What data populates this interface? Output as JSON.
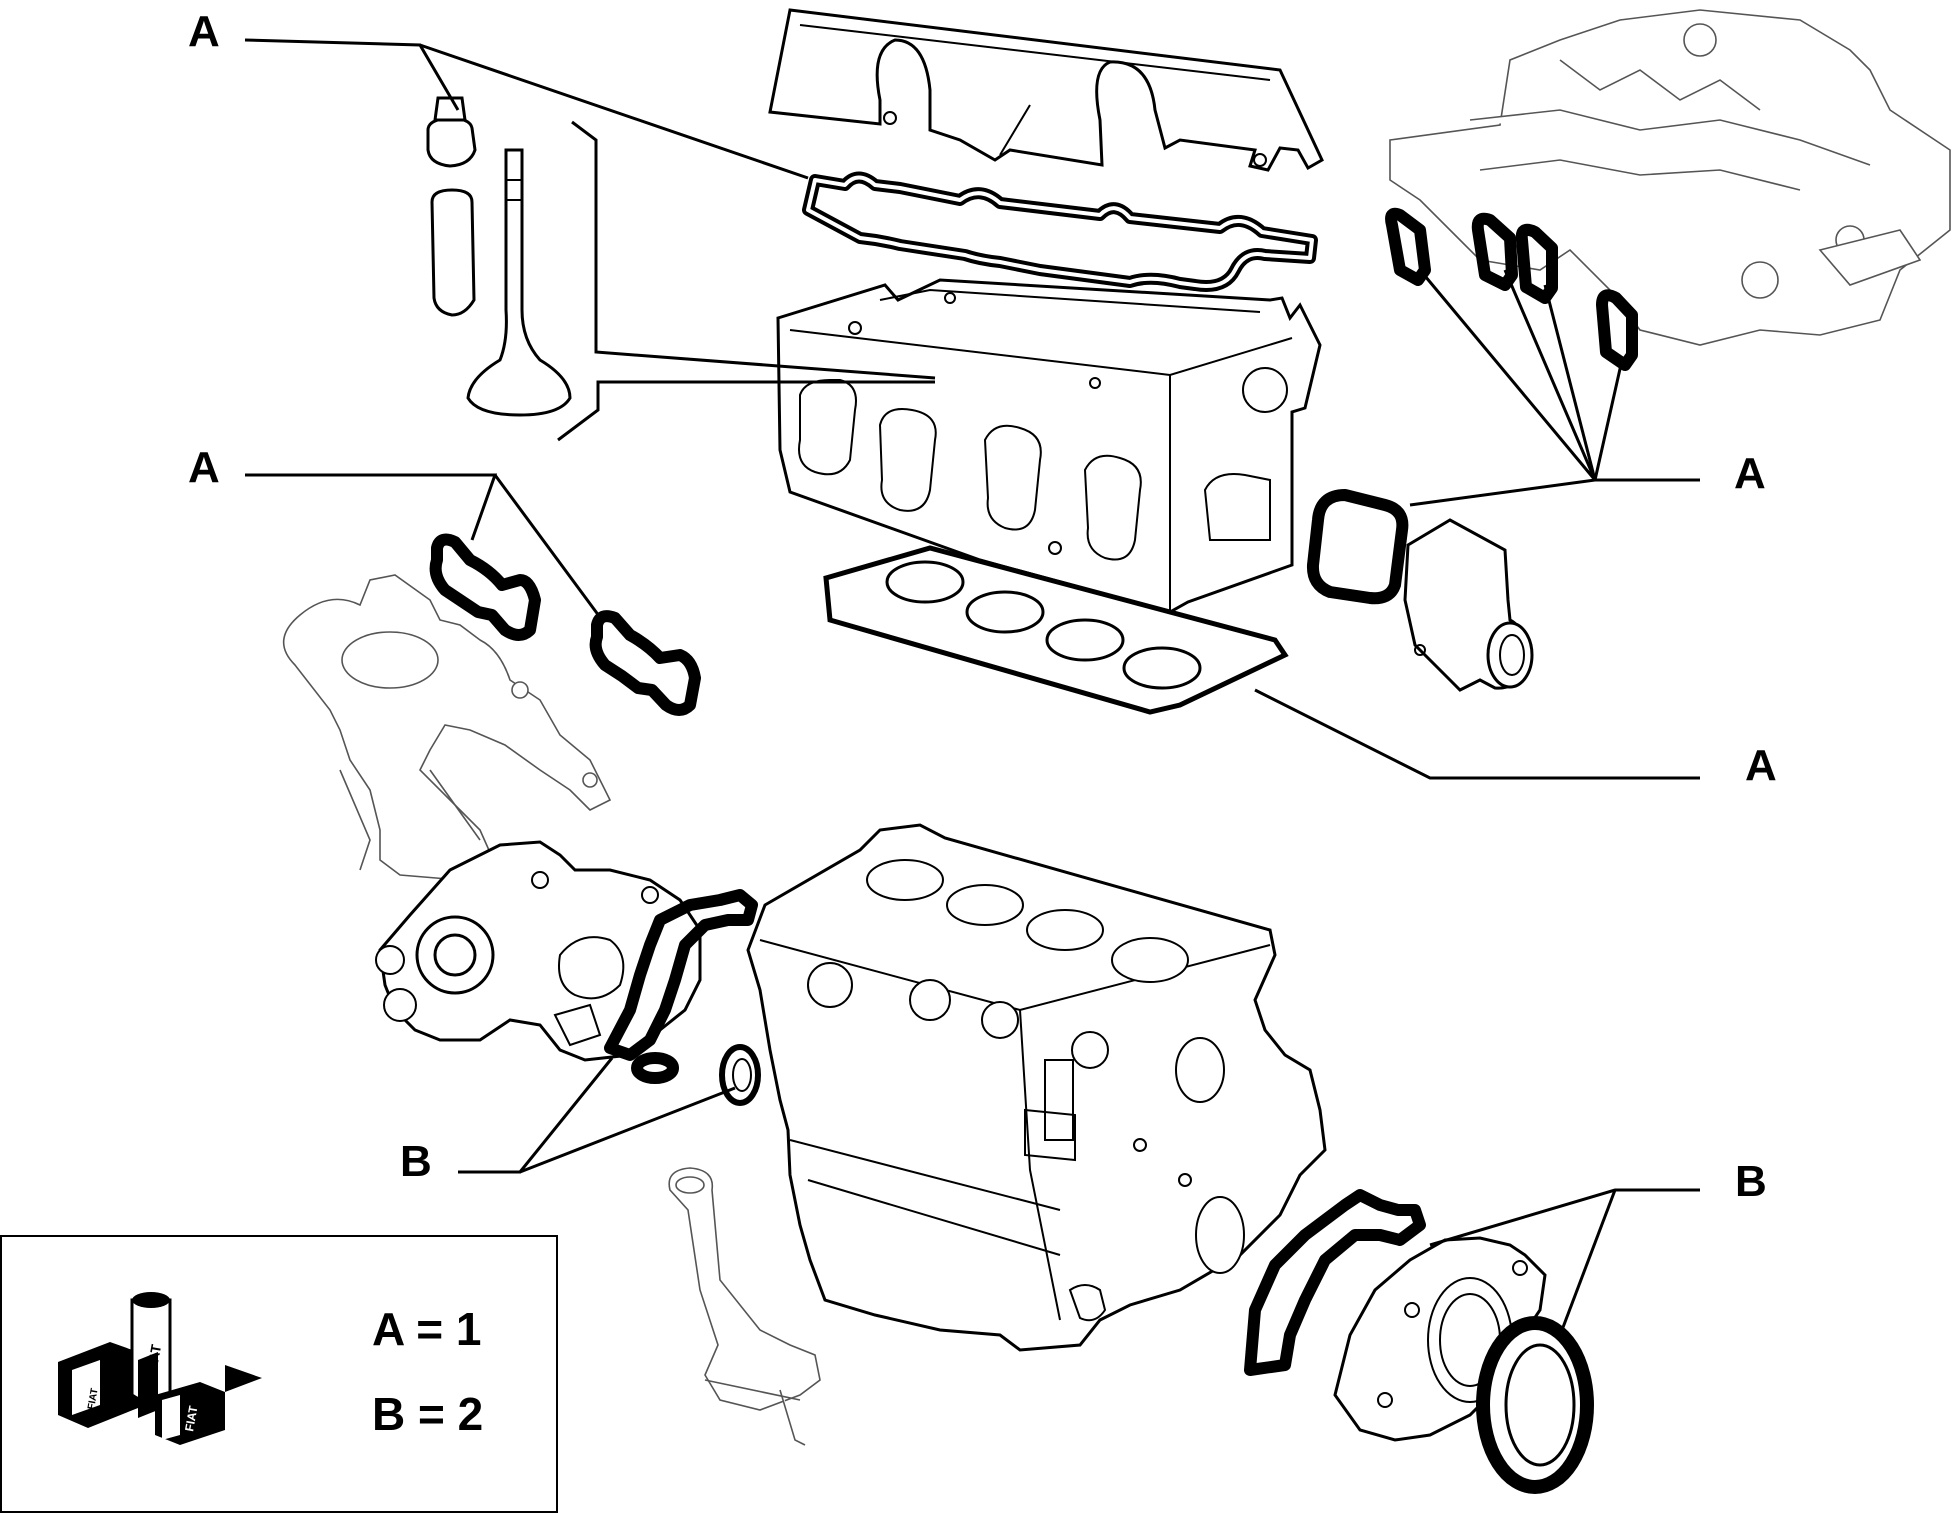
{
  "callouts": [
    {
      "id": "a1",
      "label": "A"
    },
    {
      "id": "a2",
      "label": "A"
    },
    {
      "id": "a3",
      "label": "A"
    },
    {
      "id": "a4",
      "label": "A"
    },
    {
      "id": "b1",
      "label": "B"
    },
    {
      "id": "b2",
      "label": "B"
    }
  ],
  "legend": {
    "rows": [
      "A = 1",
      "B = 2"
    ],
    "kit_box_text": "FIAT"
  }
}
